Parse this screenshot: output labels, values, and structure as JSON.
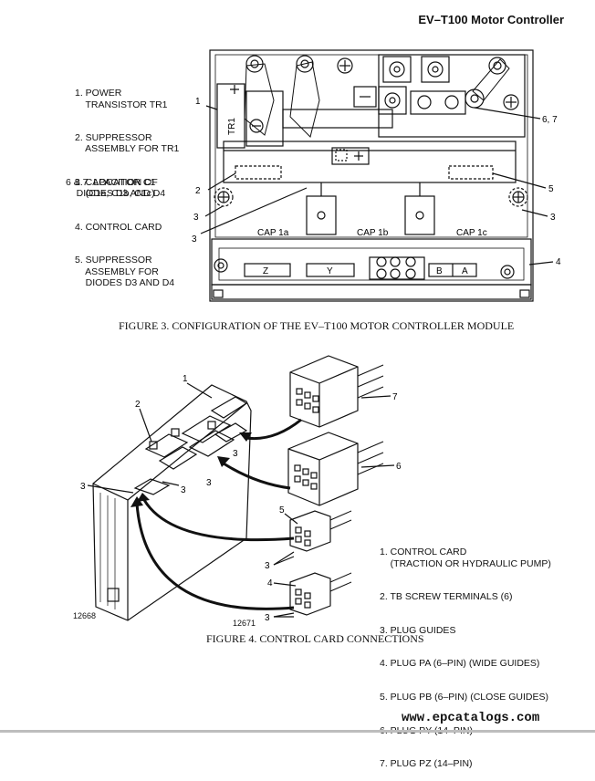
{
  "header": {
    "title": "EV–T100 Motor Controller"
  },
  "figure3": {
    "legend": [
      "1. POWER\n    TRANSISTOR TR1",
      "2. SUPPRESSOR\n    ASSEMBLY FOR TR1",
      "3. CAPACITOR C1\n    (C1a, C1b, C1c)",
      "4. CONTROL CARD",
      "5. SUPPRESSOR\n    ASSEMBLY FOR\n    DIODES D3 AND D4",
      "6 & 7. LOCATION OF\n    DIODES D3 AND D4"
    ],
    "labels": {
      "tr1": "TR1",
      "cap1a": "CAP 1a",
      "cap1b": "CAP 1b",
      "cap1c": "CAP 1c",
      "z": "Z",
      "y": "Y",
      "b": "B",
      "a": "A",
      "callout_1": "1",
      "callout_2": "2",
      "callout_3a": "3",
      "callout_3b": "3",
      "callout_3c": "3",
      "callout_4": "4",
      "callout_5": "5",
      "callout_67": "6, 7"
    },
    "caption": "FIGURE 3. CONFIGURATION OF THE EV–T100 MOTOR CONTROLLER MODULE"
  },
  "figure4": {
    "callouts": {
      "c1": "1",
      "c2": "2",
      "c3a": "3",
      "c3b": "3",
      "c3c": "3",
      "c3d": "3",
      "c3e": "3",
      "c4": "4",
      "c5": "5",
      "c6": "6",
      "c7": "7"
    },
    "legend": [
      "1. CONTROL CARD\n    (TRACTION OR HYDRAULIC PUMP)",
      "2. TB SCREW TERMINALS (6)",
      "3. PLUG GUIDES",
      "4. PLUG PA (6–PIN) (WIDE GUIDES)",
      "5. PLUG PB (6–PIN) (CLOSE GUIDES)",
      "6. PLUG PY (14–PIN)",
      "7. PLUG PZ (14–PIN)"
    ],
    "id_left": "12668",
    "id_right": "12671",
    "caption": "FIGURE 4. CONTROL CARD CONNECTIONS"
  },
  "footer": {
    "watermark": "www.epcatalogs.com"
  }
}
